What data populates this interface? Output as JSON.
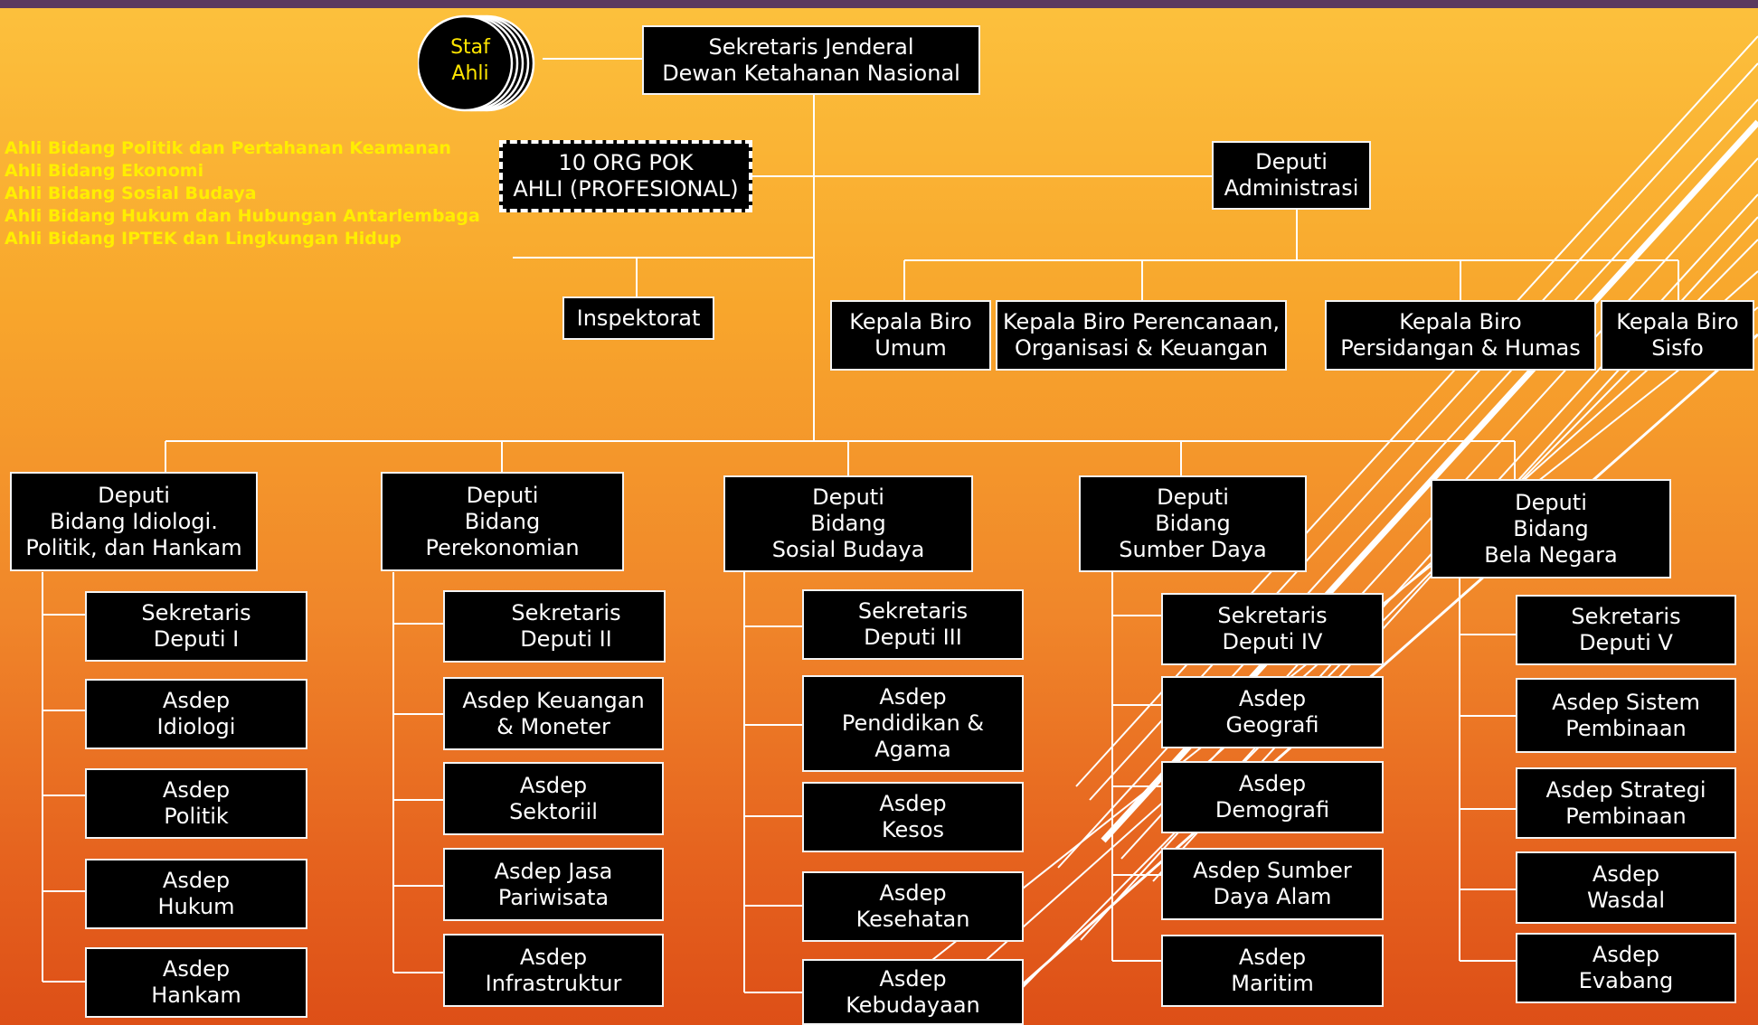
{
  "staf_ahli": "Staf\nAhli",
  "ahli_bidang": [
    "Ahli Bidang Politik dan Pertahanan Keamanan",
    "Ahli Bidang Ekonomi",
    "Ahli Bidang Sosial Budaya",
    "Ahli Bidang Hukum dan Hubungan Antarlembaga",
    "Ahli Bidang IPTEK dan Lingkungan Hidup"
  ],
  "sekjen": "Sekretaris Jenderal\nDewan Ketahanan Nasional",
  "pok_ahli": "10 ORG POK\nAHLI (PROFESIONAL)",
  "deputi_administrasi": "Deputi\nAdministrasi",
  "inspektorat": "Inspektorat",
  "biro": [
    "Kepala Biro\nUmum",
    "Kepala Biro Perencanaan,\nOrganisasi & Keuangan",
    "Kepala Biro\nPersidangan & Humas",
    "Kepala Biro\nSisfo"
  ],
  "deputi": [
    {
      "title": "Deputi\nBidang Idiologi.\nPolitik, dan Hankam",
      "units": [
        "Sekretaris\nDeputi I",
        "Asdep\nIdiologi",
        "Asdep\nPolitik",
        "Asdep\nHukum",
        "Asdep\nHankam"
      ]
    },
    {
      "title": "Deputi\nBidang\nPerekonomian",
      "units": [
        "Sekretaris\nDeputi II",
        "Asdep Keuangan\n& Moneter",
        "Asdep\nSektoriil",
        "Asdep Jasa\nPariwisata",
        "Asdep\nInfrastruktur"
      ]
    },
    {
      "title": "Deputi\nBidang\nSosial Budaya",
      "units": [
        "Sekretaris\nDeputi III",
        "Asdep\nPendidikan &\nAgama",
        "Asdep\nKesos",
        "Asdep\nKesehatan",
        "Asdep\nKebudayaan"
      ]
    },
    {
      "title": "Deputi\nBidang\nSumber Daya",
      "units": [
        "Sekretaris\nDeputi IV",
        "Asdep\nGeografi",
        "Asdep\nDemografi",
        "Asdep Sumber\nDaya Alam",
        "Asdep\nMaritim"
      ]
    },
    {
      "title": "Deputi\nBidang\nBela Negara",
      "units": [
        "Sekretaris\nDeputi V",
        "Asdep Sistem\nPembinaan",
        "Asdep Strategi\nPembinaan",
        "Asdep\nWasdal",
        "Asdep\nEvabang"
      ]
    }
  ]
}
